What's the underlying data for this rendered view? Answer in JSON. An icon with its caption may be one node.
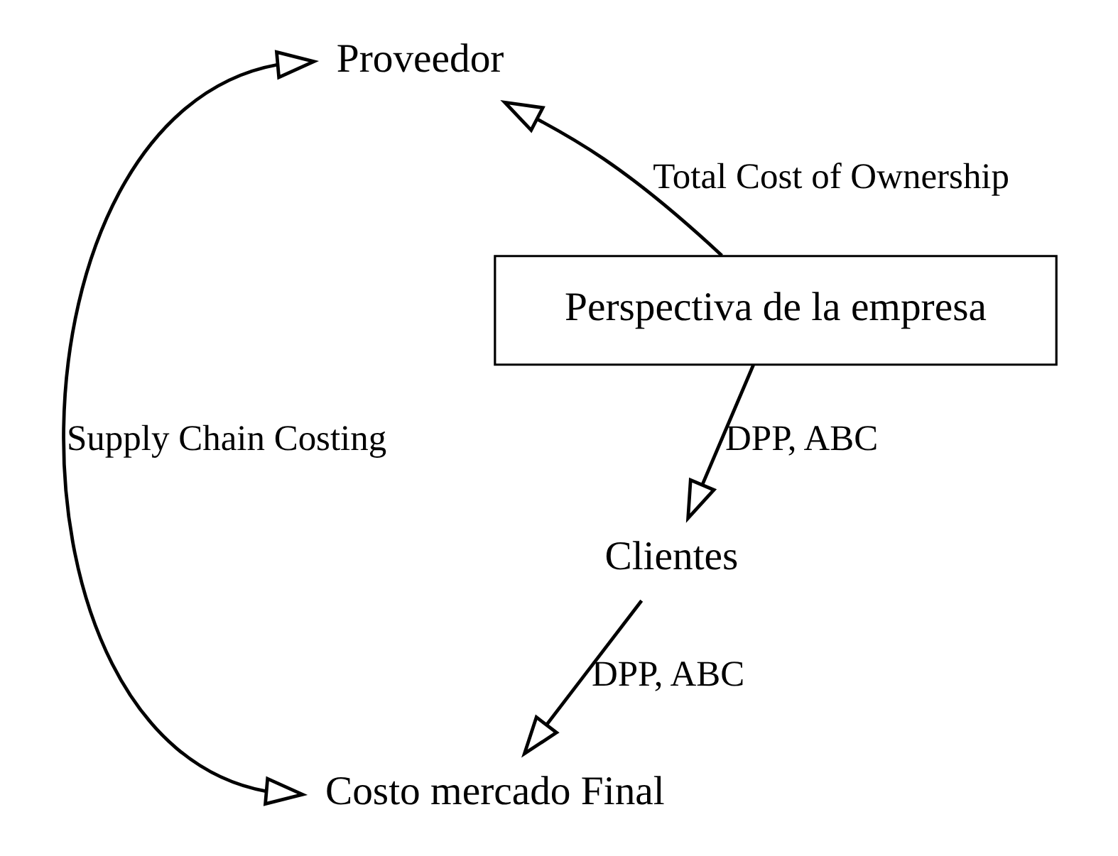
{
  "diagram": {
    "nodes": [
      {
        "text": [
          "Proveedor"
        ]
      },
      {
        "text": [
          "Perspectiva de la empresa"
        ]
      },
      {
        "text": [
          "Clientes"
        ]
      },
      {
        "text": [
          "Costo mercado Final"
        ]
      }
    ],
    "edges": [
      {
        "from": 1,
        "to": 0,
        "arrow": "to",
        "label": "Total Cost of Ownership"
      },
      {
        "from": 1,
        "to": 2,
        "arrow": "to",
        "label": "DPP, ABC"
      },
      {
        "from": 2,
        "to": 3,
        "arrow": "to",
        "label": "DPP, ABC"
      },
      {
        "from": 0,
        "to": 3,
        "arrow": "both",
        "label": "Supply Chain Costing"
      }
    ]
  }
}
